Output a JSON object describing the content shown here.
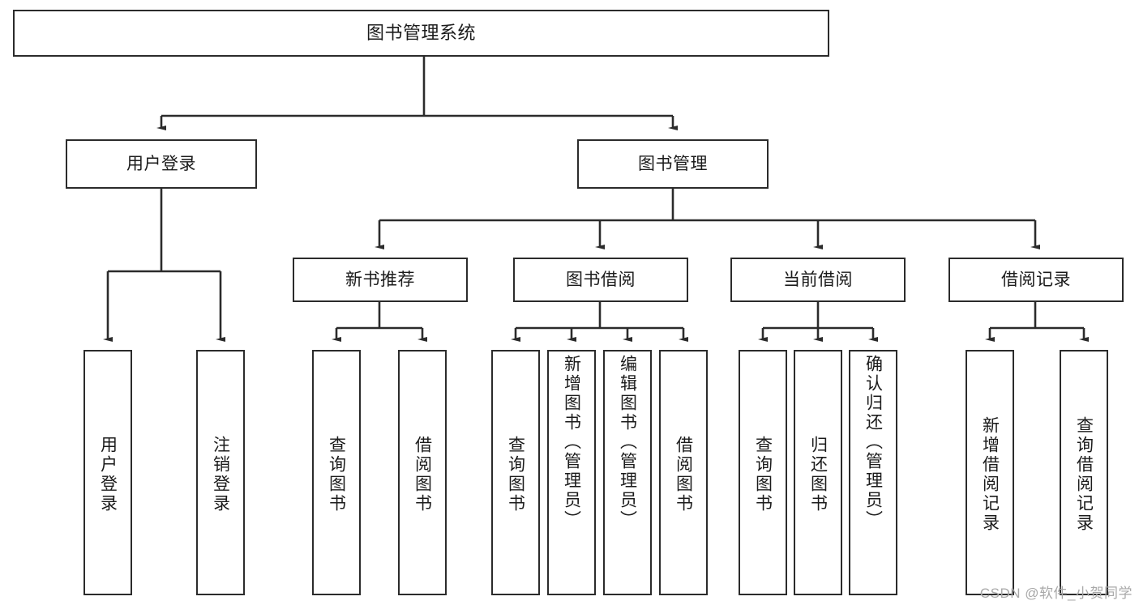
{
  "diagram": {
    "type": "tree",
    "title": "图书管理系统",
    "watermark": "CSDN @软件_小贺同学",
    "colors": {
      "stroke": "#2b2b2b",
      "fill": "#ffffff",
      "text": "#1b1b1b",
      "watermark": "#a8a8a8"
    },
    "levels": {
      "root": {
        "label": "图书管理系统"
      },
      "level2": [
        {
          "label": "用户登录"
        },
        {
          "label": "图书管理"
        }
      ],
      "level3": [
        {
          "label": "新书推荐"
        },
        {
          "label": "图书借阅"
        },
        {
          "label": "当前借阅"
        },
        {
          "label": "借阅记录"
        }
      ]
    },
    "leaves": {
      "user_login": [
        {
          "label": "用户登录"
        },
        {
          "label": "注销登录"
        }
      ],
      "new_book_recommend": [
        {
          "label": "查询图书"
        },
        {
          "label": "借阅图书"
        }
      ],
      "book_borrow": [
        {
          "label": "查询图书"
        },
        {
          "label": "新增图书（管理员）"
        },
        {
          "label": "编辑图书（管理员）"
        },
        {
          "label": "借阅图书"
        }
      ],
      "current_borrow": [
        {
          "label": "查询图书"
        },
        {
          "label": "归还图书"
        },
        {
          "label": "确认归还（管理员）"
        }
      ],
      "borrow_record": [
        {
          "label": "新增借阅记录"
        },
        {
          "label": "查询借阅记录"
        }
      ]
    }
  }
}
